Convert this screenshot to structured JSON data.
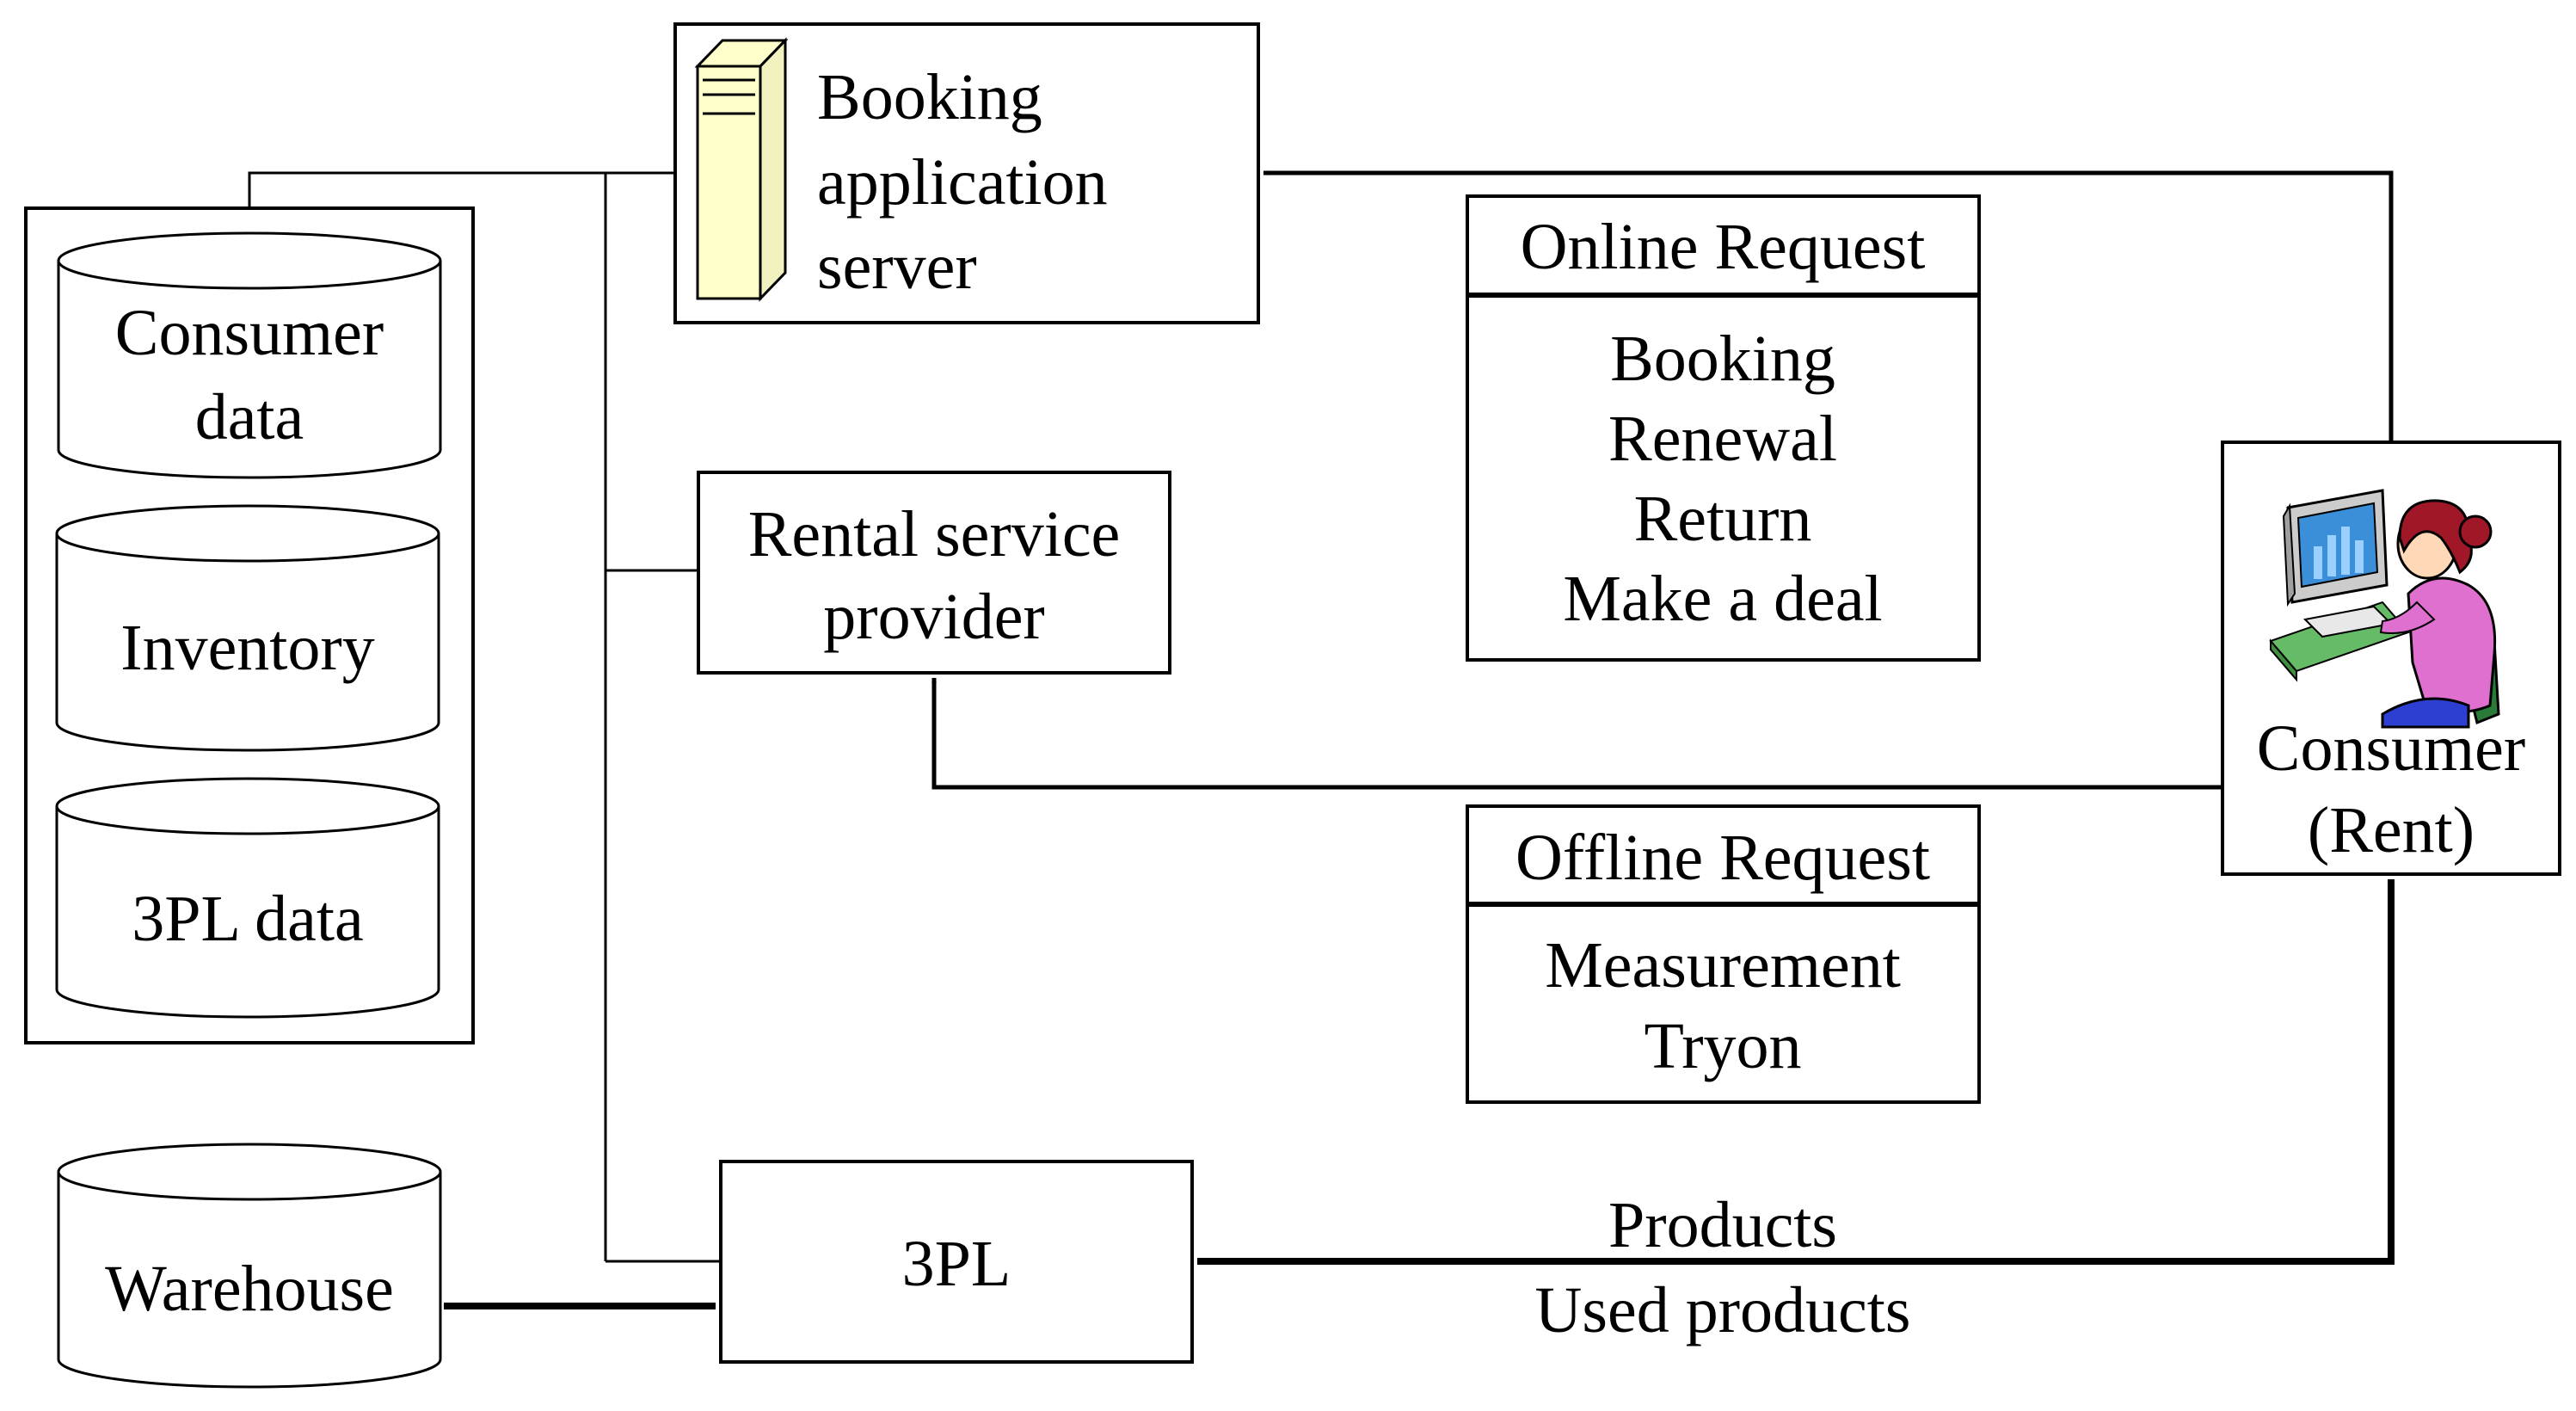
{
  "booking_server": {
    "lines": [
      "Booking",
      "application",
      "server"
    ]
  },
  "rental_provider": {
    "lines": [
      "Rental service",
      "provider"
    ]
  },
  "databases": {
    "consumer_data": {
      "lines": [
        "Consumer",
        "data"
      ]
    },
    "inventory": {
      "label": "Inventory"
    },
    "tpl_data": {
      "label": "3PL data"
    }
  },
  "warehouse": {
    "label": "Warehouse"
  },
  "tpl": {
    "label": "3PL"
  },
  "online_request": {
    "title": "Online Request",
    "items": [
      "Booking",
      "Renewal",
      "Return",
      "Make a deal"
    ]
  },
  "offline_request": {
    "title": "Offline Request",
    "items": [
      "Measurement",
      "Tryon"
    ]
  },
  "consumer": {
    "lines": [
      "Consumer",
      "(Rent)"
    ]
  },
  "product_flow": {
    "lines": [
      "Products",
      "Used products"
    ]
  },
  "colors": {
    "server_fill": "#ffffcc",
    "screen": "#3a8fd8",
    "shirt": "#e070d0",
    "hair": "#a01828",
    "desk": "#66bb66",
    "chair": "#2a7a3a"
  }
}
